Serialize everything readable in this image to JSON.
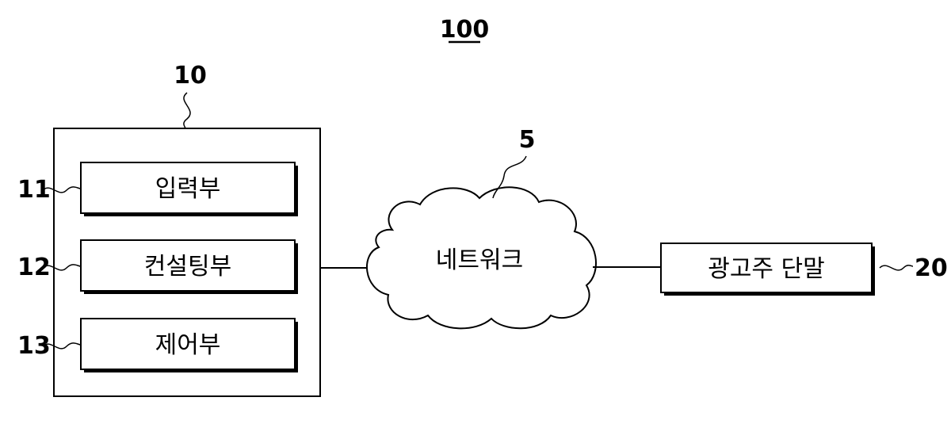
{
  "figure": {
    "figure_number": "100",
    "server": {
      "ref": "10",
      "modules": [
        {
          "ref": "11",
          "label": "입력부"
        },
        {
          "ref": "12",
          "label": "컨설팅부"
        },
        {
          "ref": "13",
          "label": "제어부"
        }
      ]
    },
    "network": {
      "ref": "5",
      "label": "네트워크"
    },
    "terminal": {
      "ref": "20",
      "label": "광고주 단말"
    }
  }
}
